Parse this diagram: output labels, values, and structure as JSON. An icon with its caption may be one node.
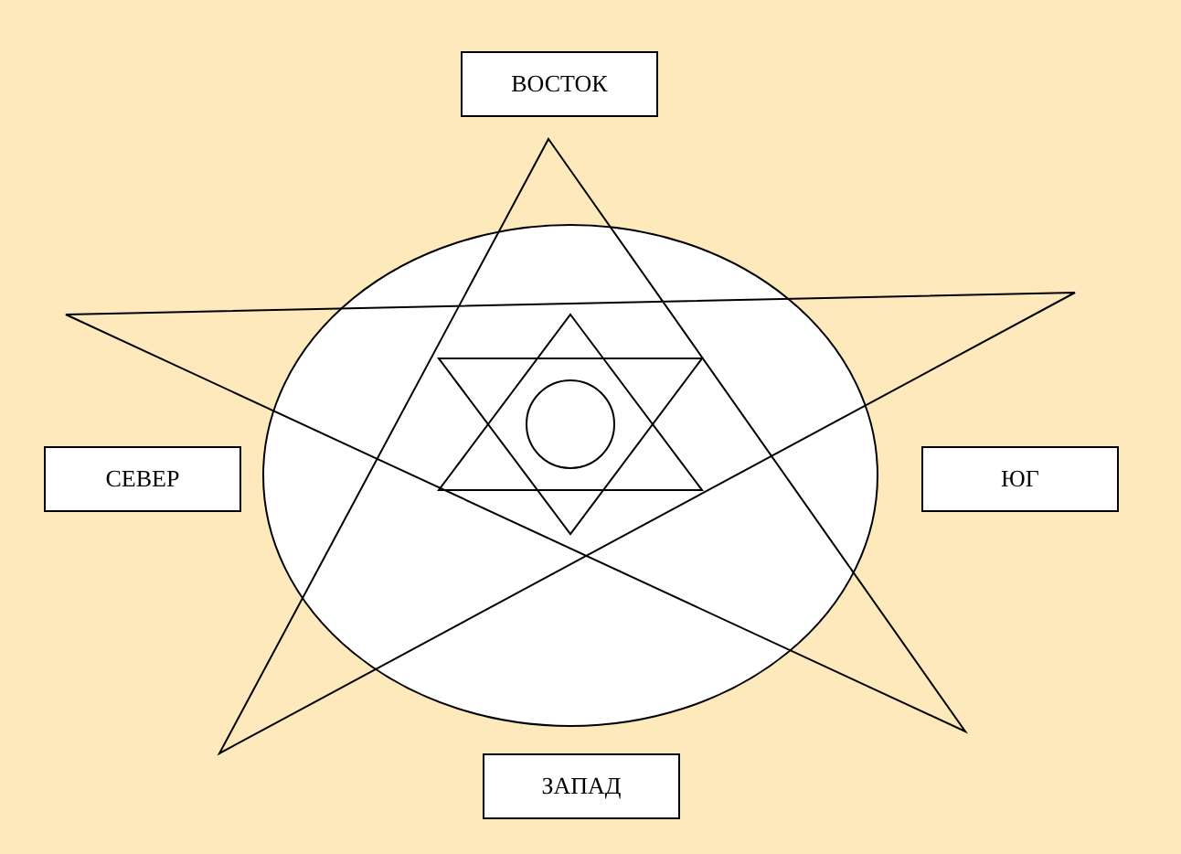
{
  "diagram": {
    "nodes": [
      {
        "text": [
          "ВОСТОК"
        ]
      },
      {
        "text": [
          "СЕВЕР"
        ]
      },
      {
        "text": [
          "ЮГ"
        ]
      },
      {
        "text": [
          "ЗАПАД"
        ]
      }
    ]
  }
}
